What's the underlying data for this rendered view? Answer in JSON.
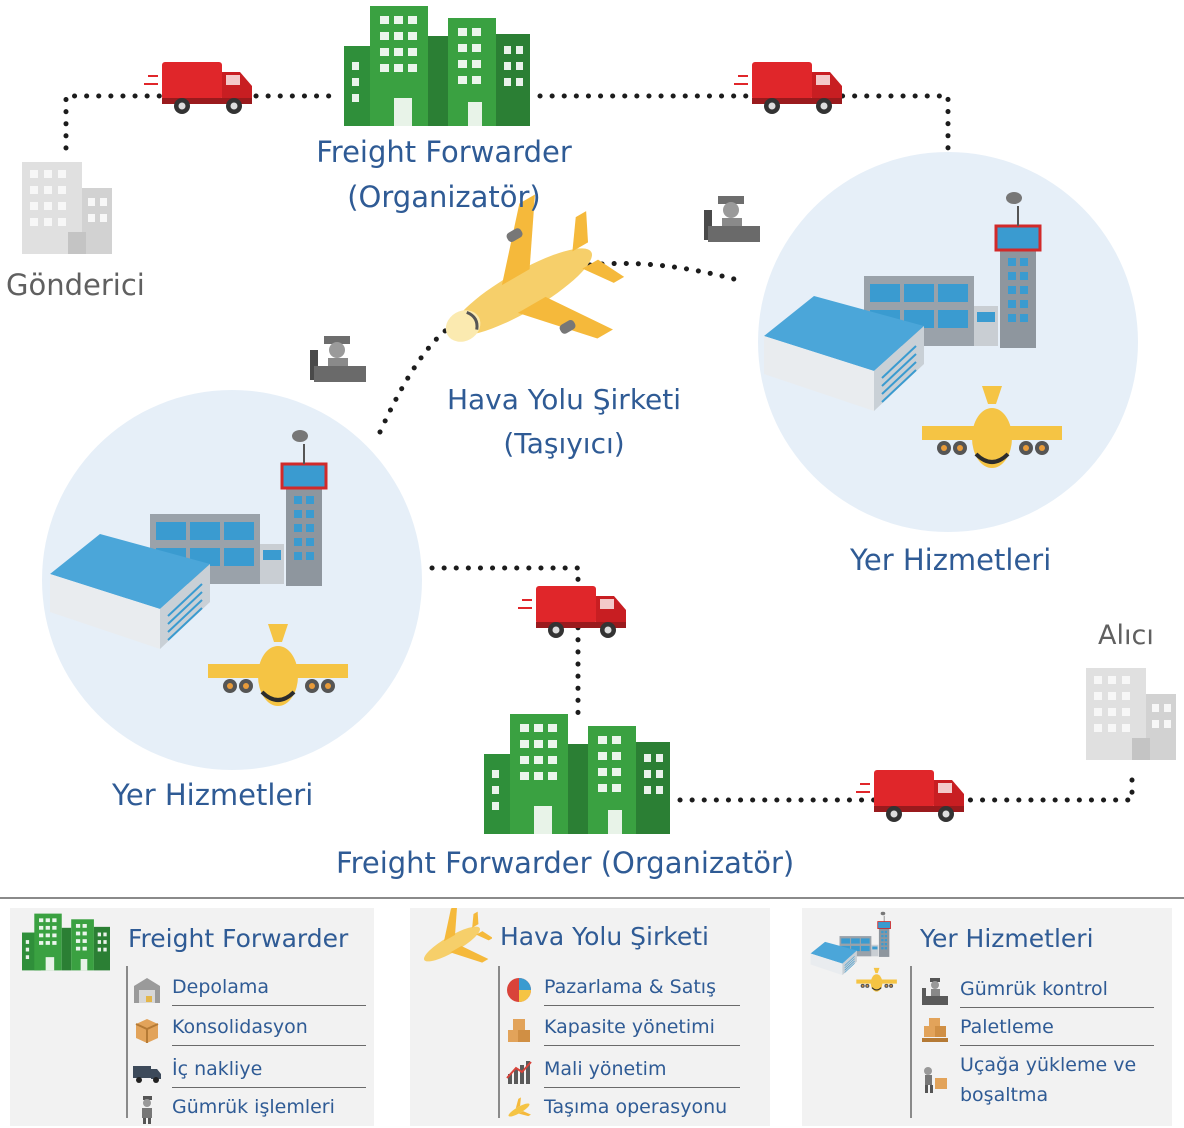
{
  "labels": {
    "sender": "Gönderici",
    "forwarder_top": [
      "Freight Forwarder",
      "(Organizatör)"
    ],
    "airline": [
      "Hava Yolu Şirketi",
      "(Taşıyıcı)"
    ],
    "ground_right": "Yer Hizmetleri",
    "ground_left": "Yer Hizmetleri",
    "receiver": "Alıcı",
    "forwarder_bottom": "Freight Forwarder (Organizatör)"
  },
  "legend": [
    {
      "title": "Freight Forwarder",
      "icon": "green-buildings-icon",
      "items": [
        {
          "label": "Depolama",
          "icon": "warehouse-icon"
        },
        {
          "label": "Konsolidasyon",
          "icon": "box-icon"
        },
        {
          "label": "İç nakliye",
          "icon": "truck-icon"
        },
        {
          "label": "Gümrük işlemleri",
          "icon": "officer-icon"
        }
      ]
    },
    {
      "title": "Hava Yolu Şirketi",
      "icon": "airplane-icon",
      "items": [
        {
          "label": "Pazarlama & Satış",
          "icon": "marketing-icon"
        },
        {
          "label": "Kapasite yönetimi",
          "icon": "boxes-icon"
        },
        {
          "label": "Mali yönetim",
          "icon": "bar-chart-icon"
        },
        {
          "label": "Taşıma operasyonu",
          "icon": "plane-takeoff-icon"
        }
      ]
    },
    {
      "title": "Yer Hizmetleri",
      "icon": "airport-icon",
      "items": [
        {
          "label": "Gümrük kontrol",
          "icon": "customs-desk-icon"
        },
        {
          "label": "Paletleme",
          "icon": "pallet-icon"
        },
        {
          "label": "Uçağa yükleme ve boşaltma",
          "icon": "loading-worker-icon"
        }
      ]
    }
  ],
  "colors": {
    "label_blue": "#2f5b95",
    "truck_red": "#e0262a",
    "building_green": "#3aa141",
    "airport_circle": "#e6eff8",
    "plane_yellow": "#f5c444",
    "glass_blue": "#3a9bd0",
    "panel_bg": "#f2f2f2"
  }
}
